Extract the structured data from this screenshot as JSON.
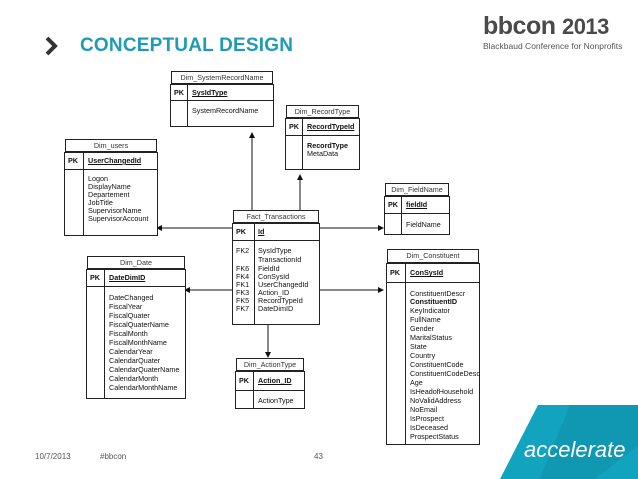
{
  "slide": {
    "title": "CONCEPTUAL DESIGN",
    "logo_brand": "bbcon",
    "logo_year": "2013",
    "logo_tagline": "Blackbaud Conference for Nonprofits",
    "footer_date": "10/7/2013",
    "footer_hashtag": "#bbcon",
    "page_number": "43",
    "accent_logo_text": "accelerate",
    "colors": {
      "title": "#1f9bb5",
      "accelerate_bg": "#12a3bf"
    }
  },
  "entities": {
    "system_record_name": {
      "header": "Dim_SystemRecordName",
      "pk_label": "PK",
      "pk_field": "SysIdType",
      "attributes": [
        "SystemRecordName"
      ]
    },
    "record_type": {
      "header": "Dim_RecordType",
      "pk_label": "PK",
      "pk_field": "RecordTypeId",
      "attributes": [
        "RecordType",
        "MetaData"
      ]
    },
    "users": {
      "header": "Dim_users",
      "pk_label": "PK",
      "pk_field": "UserChangedId",
      "attributes": [
        "Logon",
        "DisplayName",
        "Departement",
        "JobTitle",
        "SupervisorName",
        "SupervisorAccount"
      ]
    },
    "field_name": {
      "header": "Dim_FieldName",
      "pk_label": "PK",
      "pk_field": "fieldId",
      "attributes": [
        "FieldName"
      ]
    },
    "fact_transactions": {
      "header": "Fact_Transactions",
      "pk_label": "PK",
      "pk_field": "Id",
      "fk_labels": [
        "FK2",
        "",
        "FK6",
        "FK4",
        "FK1",
        "FK3",
        "FK5",
        "FK7"
      ],
      "attributes": [
        "SysIdType",
        "TransactionId",
        "FieldId",
        "ConSysId",
        "UserChangedId",
        "Action_ID",
        "RecordTypeId",
        "DateDimID"
      ]
    },
    "date": {
      "header": "Dim_Date",
      "pk_label": "PK",
      "pk_field": "DateDimID",
      "attributes": [
        "DateChanged",
        "FiscalYear",
        "FiscalQuater",
        "FiscalQuaterName",
        "FiscalMonth",
        "FiscalMonthName",
        "CalendarYear",
        "CalendarQuater",
        "CalendarQuaterName",
        "CalendarMonth",
        "CalendarMonthName"
      ]
    },
    "constituent": {
      "header": "Dim_Constituent",
      "pk_label": "PK",
      "pk_field": "ConSysId",
      "attributes_bold": [
        "ConstituentDescr",
        "ConstituentID"
      ],
      "attributes": [
        "KeyIndicator",
        "FullName",
        "Gender",
        "MaritalStatus",
        "State",
        "Country",
        "ConstituentCode",
        "ConstituentCodeDesc",
        "Age",
        "IsHeadofHousehold",
        "NoValidAddress",
        "NoEmail",
        "IsProspect",
        "IsDeceased",
        "ProspectStatus"
      ]
    },
    "action_type": {
      "header": "Dim_ActionType",
      "pk_label": "PK",
      "pk_field": "Action_ID",
      "attributes": [
        "ActionType"
      ]
    }
  }
}
